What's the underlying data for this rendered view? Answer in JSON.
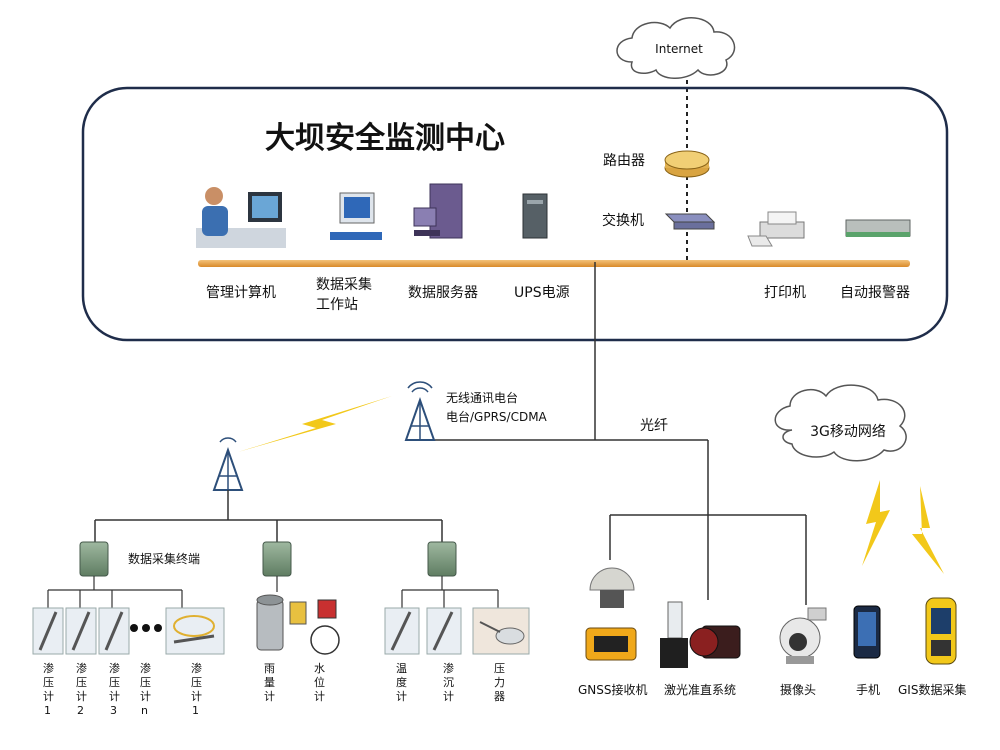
{
  "title": "大坝安全监测中心",
  "internet": "Internet",
  "router": "路由器",
  "switch": "交换机",
  "devices": {
    "management_computer": "管理计算机",
    "data_station_line1": "数据采集",
    "data_station_line2": "工作站",
    "data_server": "数据服务器",
    "ups": "UPS电源",
    "printer": "打印机",
    "alarm": "自动报警器"
  },
  "wireless": {
    "line1": "无线通讯电台",
    "line2": "电台/GPRS/CDMA"
  },
  "fiber": "光纤",
  "mobile_network": "3G移动网络",
  "data_terminal": "数据采集终端",
  "sensors": {
    "piezo1": [
      "渗",
      "压",
      "计",
      "1"
    ],
    "piezo2": [
      "渗",
      "压",
      "计",
      "2"
    ],
    "piezo3": [
      "渗",
      "压",
      "计",
      "3"
    ],
    "piezon": [
      "渗",
      "压",
      "计",
      "n"
    ],
    "piezo_b": [
      "渗",
      "压",
      "计",
      "1"
    ],
    "rain": [
      "雨",
      "量",
      "计"
    ],
    "level": [
      "水",
      "位",
      "计"
    ],
    "temp": [
      "温",
      "度",
      "计"
    ],
    "settle": [
      "渗",
      "沉",
      "计"
    ],
    "pressure": [
      "压",
      "力",
      "器"
    ]
  },
  "bottom_devices": {
    "gnss": "GNSS接收机",
    "laser": "激光准直系统",
    "camera": "摄像头",
    "phone": "手机",
    "gis": "GIS数据采集"
  },
  "colors": {
    "bus": "#e8a23a",
    "frame": "#1f2d4a",
    "bolt": "#f2c81a",
    "line": "#333333"
  }
}
